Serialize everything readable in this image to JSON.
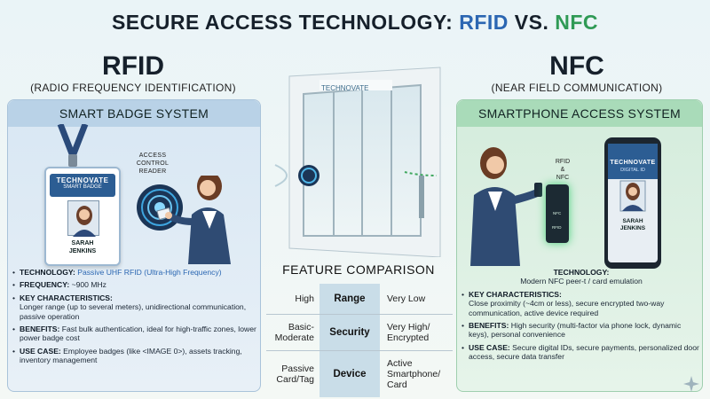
{
  "title": {
    "prefix": "SECURE ACCESS TECHNOLOGY: ",
    "rfid": "RFID",
    "middle": " VS. ",
    "nfc": "NFC"
  },
  "left": {
    "heading": "RFID",
    "subheading": "(RADIO FREQUENCY IDENTIFICATION)",
    "panel_title": "SMART BADGE SYSTEM",
    "badge": {
      "brand": "TECHNOVATE",
      "sub": "SMART BADGE",
      "name_line1": "SARAH",
      "name_line2": "JENKINS"
    },
    "reader_label_line1": "ACCESS",
    "reader_label_line2": "CONTROL",
    "reader_label_line3": "READER",
    "info": [
      {
        "label": "TECHNOLOGY:",
        "text": " Passive UHF RFID (Ultra-High Frequency)"
      },
      {
        "label": "FREQUENCY:",
        "text": " ~900 MHz"
      },
      {
        "label": "KEY CHARACTERISTICS:",
        "text": "Longer range (up to several meters), unidirectional communication, passive operation"
      },
      {
        "label": "BENEFITS:",
        "text": " Fast bulk authentication, ideal for high-traffic zones, lower power badge cost"
      },
      {
        "label": "USE CASE:",
        "text": " Employee badges (like <IMAGE 0>), assets tracking, inventory management"
      }
    ]
  },
  "center": {
    "building_sign": "TECHNOVATE",
    "comparison_title": "FEATURE COMPARISON",
    "rows": [
      {
        "rfid": "High",
        "feature": "Range",
        "nfc": "Very Low"
      },
      {
        "rfid": "Basic-Moderate",
        "feature": "Security",
        "nfc": "Very High/ Encrypted"
      },
      {
        "rfid": "Passive Card/Tag",
        "feature": "Device",
        "nfc": "Active Smartphone/ Card"
      }
    ]
  },
  "right": {
    "heading": "NFC",
    "subheading": "(NEAR FIELD COMMUNICATION)",
    "panel_title": "SMARTPHONE ACCESS SYSTEM",
    "device_label_line1": "RFID",
    "device_label_line2": "&",
    "device_label_line3": "NFC",
    "reader_text_nfc": "NFC",
    "reader_text_rfid": "RFID",
    "phone": {
      "brand": "TECHNOVATE",
      "sub": "DIGITAL ID",
      "name_line1": "SARAH",
      "name_line2": "JENKINS"
    },
    "info": [
      {
        "label": "TECHNOLOGY:",
        "text": "Modern NFC peer-t / card emulation"
      },
      {
        "label": "KEY CHARACTERISTICS:",
        "text": "Close proximity (~4cm or less), secure encrypted two-way communication, active device required"
      },
      {
        "label": "BENEFITS:",
        "text": " High security (multi-factor via phone lock, dynamic keys), personal convenience"
      },
      {
        "label": "USE CASE:",
        "text": " Secure digital IDs, secure payments, personalized door access, secure data transfer"
      }
    ]
  },
  "colors": {
    "rfid_blue": "#2b66b2",
    "nfc_green": "#2f9a55",
    "left_panel": "#d8e7f3",
    "right_panel": "#d4ecdc"
  }
}
